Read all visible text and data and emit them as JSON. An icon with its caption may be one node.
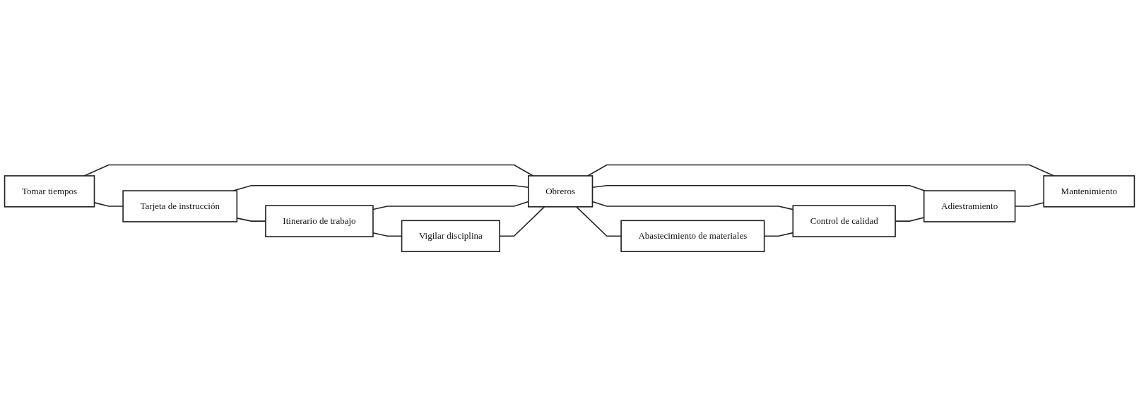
{
  "diagram": {
    "nodes": [
      {
        "text": [
          "Tomar tiempos"
        ]
      },
      {
        "text": [
          "Tarjeta de instrucción"
        ]
      },
      {
        "text": [
          "Itinerario de trabajo"
        ]
      },
      {
        "text": [
          "Vigilar disciplina"
        ]
      },
      {
        "text": [
          "Obreros"
        ]
      },
      {
        "text": [
          "Abastecimiento de materiales"
        ]
      },
      {
        "text": [
          "Control de calidad"
        ]
      },
      {
        "text": [
          "Adiestramiento"
        ]
      },
      {
        "text": [
          "Mantenimiento"
        ]
      }
    ],
    "edges": [
      {
        "from": 0,
        "to": 1,
        "arrow": "none"
      },
      {
        "from": 1,
        "to": 2,
        "arrow": "none"
      },
      {
        "from": 2,
        "to": 3,
        "arrow": "none"
      },
      {
        "from": 0,
        "to": 4,
        "arrow": "none"
      },
      {
        "from": 1,
        "to": 4,
        "arrow": "none"
      },
      {
        "from": 2,
        "to": 4,
        "arrow": "none"
      },
      {
        "from": 3,
        "to": 4,
        "arrow": "none"
      },
      {
        "from": 4,
        "to": 5,
        "arrow": "none"
      },
      {
        "from": 4,
        "to": 6,
        "arrow": "none"
      },
      {
        "from": 4,
        "to": 7,
        "arrow": "none"
      },
      {
        "from": 4,
        "to": 8,
        "arrow": "none"
      },
      {
        "from": 5,
        "to": 6,
        "arrow": "none"
      },
      {
        "from": 6,
        "to": 7,
        "arrow": "none"
      },
      {
        "from": 7,
        "to": 8,
        "arrow": "none"
      }
    ]
  }
}
